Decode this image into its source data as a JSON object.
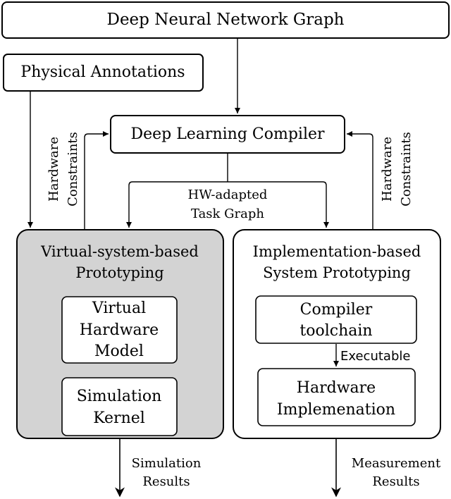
{
  "colors": {
    "stroke": "#000000",
    "background": "#ffffff",
    "virtual_fill": "#d3d3d3"
  },
  "nodes": {
    "dnn_graph": "Deep Neural Network Graph",
    "physical_annotations": "Physical Annotations",
    "compiler": "Deep Learning Compiler",
    "virtual_proto": {
      "line1": "Virtual-system-based",
      "line2": "Prototyping"
    },
    "virtual_hw_model": {
      "line1": "Virtual",
      "line2": "Hardware",
      "line3": "Model"
    },
    "simulation_kernel": {
      "line1": "Simulation",
      "line2": "Kernel"
    },
    "impl_proto": {
      "line1": "Implementation-based",
      "line2": "System Prototyping"
    },
    "compiler_toolchain": {
      "line1": "Compiler",
      "line2": "toolchain"
    },
    "hw_implementation": {
      "line1": "Hardware",
      "line2": "Implemenation"
    }
  },
  "edge_labels": {
    "hw_constraints_left": {
      "line1": "Hardware",
      "line2": "Constraints"
    },
    "hw_constraints_right": {
      "line1": "Hardware",
      "line2": "Constraints"
    },
    "task_graph": {
      "line1": "HW-adapted",
      "line2": "Task Graph"
    },
    "executable": "Executable",
    "simulation_results": {
      "line1": "Simulation",
      "line2": "Results"
    },
    "measurement_results": {
      "line1": "Measurement",
      "line2": "Results"
    }
  }
}
